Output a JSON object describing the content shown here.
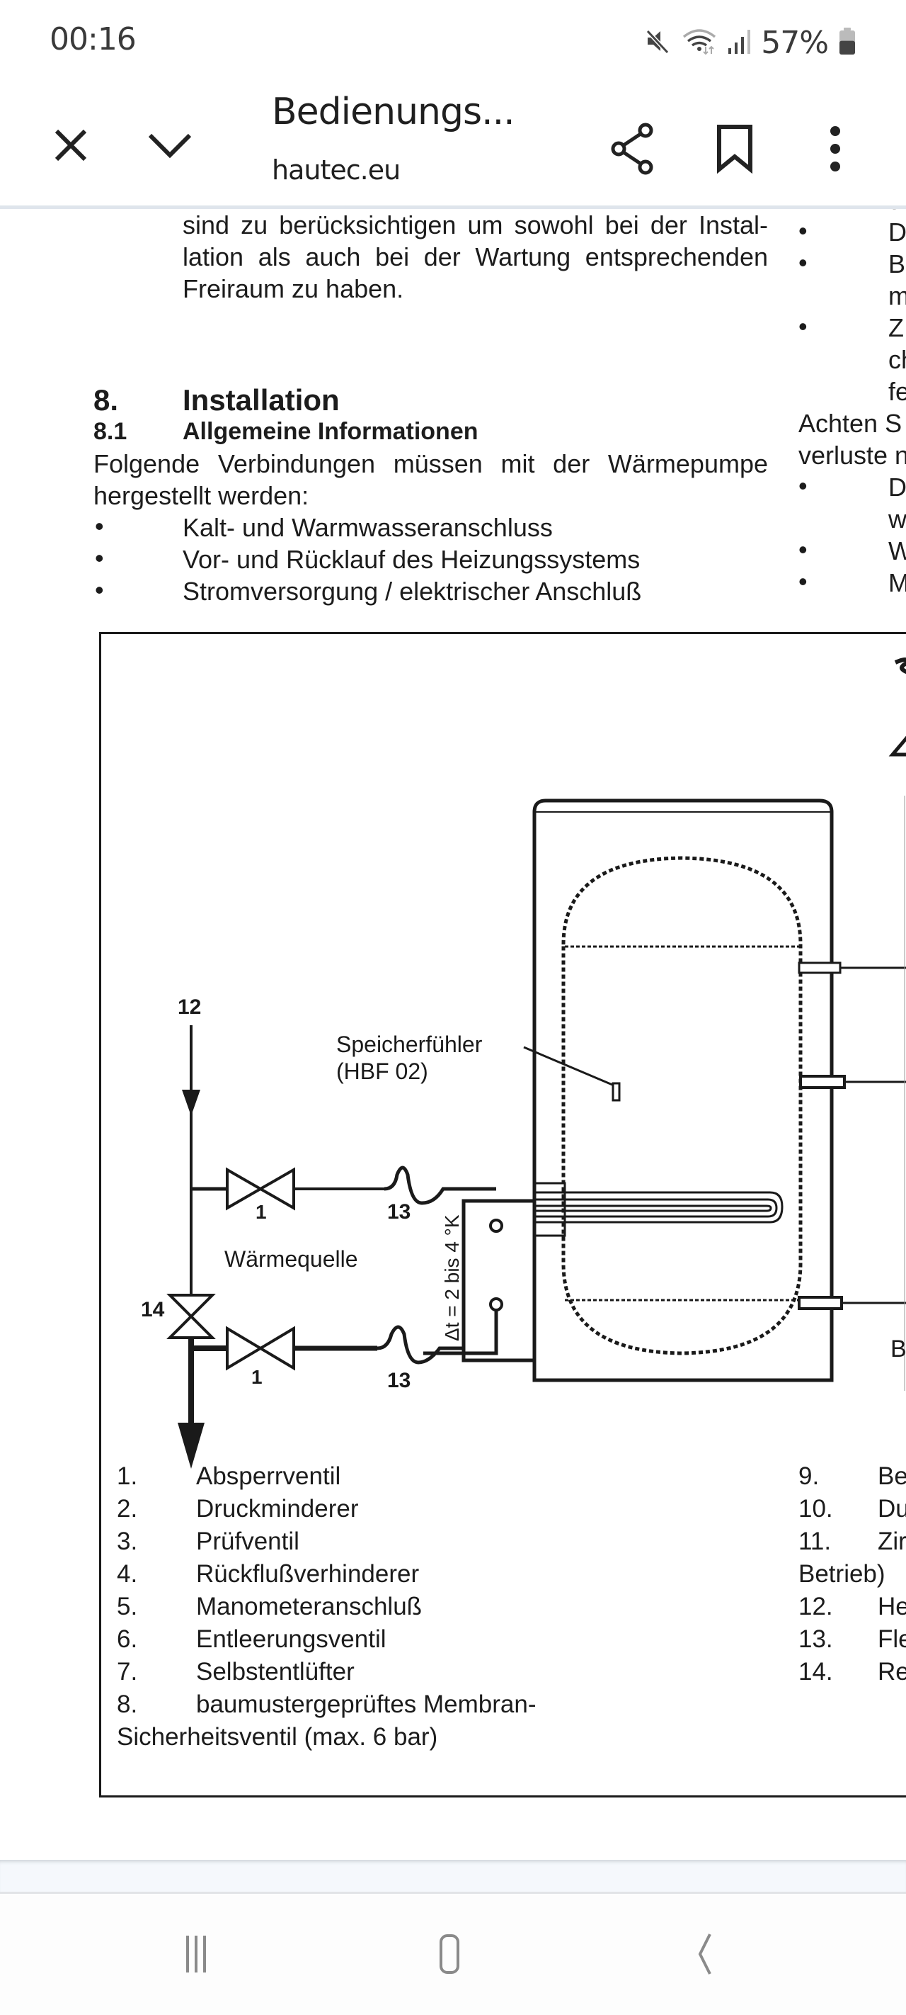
{
  "status_bar": {
    "time": "00:16",
    "battery_percent": "57%",
    "battery_level": 0.57,
    "icons": [
      "mute-icon",
      "wifi-icon",
      "signal-icon",
      "battery-icon"
    ]
  },
  "toolbar": {
    "title": "Bedienungs...",
    "domain": "hautec.eu",
    "buttons": [
      "close-icon",
      "chevron-down-icon",
      "share-icon",
      "bookmark-icon",
      "more-vert-icon"
    ]
  },
  "document": {
    "intro_lines": [
      "sind zu berücksichtigen um sowohl bei der Instal-",
      "lation als auch bei der Wartung entsprechenden",
      "Freiraum zu haben."
    ],
    "section": {
      "number": "8.",
      "title": "Installation"
    },
    "subsection": {
      "number": "8.1",
      "title": "Allgemeine Informationen"
    },
    "paragraph_lines": [
      "Folgende Verbindungen müssen mit der Wärmepumpe",
      "hergestellt werden:"
    ],
    "bullet_char": "•",
    "bullets": [
      "Kalt- und Warmwasseranschluss",
      "Vor- und Rücklauf des Heizungssystems",
      "Stromversorgung / elektrischer Anschluß"
    ],
    "right_column": {
      "lines": [
        "sc",
        "D",
        "B",
        "m",
        "Z",
        "ch",
        "fe",
        "Achten S",
        "verluste n",
        "D",
        "w",
        "W",
        "M"
      ],
      "bulleted": [
        false,
        true,
        true,
        false,
        true,
        false,
        false,
        false,
        false,
        true,
        false,
        true,
        true
      ]
    }
  },
  "diagram": {
    "labels": {
      "sensor": "Speicherfühler",
      "sensor_id": "(HBF 02)",
      "heat_source": "Wärmequelle",
      "delta_t": "Δt = 2 bis 4 °K",
      "n12": "12",
      "n14": "14",
      "n1_top": "1",
      "n1_bottom": "1",
      "n13_top": "13",
      "n13_bottom": "13",
      "right_b": "B"
    },
    "legend_left": [
      {
        "num": "1.",
        "text": "Absperrventil"
      },
      {
        "num": "2.",
        "text": "Druckminderer"
      },
      {
        "num": "3.",
        "text": "Prüfventil"
      },
      {
        "num": "4.",
        "text": "Rückflußverhinderer"
      },
      {
        "num": "5.",
        "text": "Manometeranschluß"
      },
      {
        "num": "6.",
        "text": "Entleerungsventil"
      },
      {
        "num": "7.",
        "text": "Selbstentlüfter"
      },
      {
        "num": "8.",
        "text": "baumustergeprüftes Membran-"
      }
    ],
    "legend_left_continuation": "Sicherheitsventil (max. 6 bar)",
    "legend_right": [
      {
        "num": "9.",
        "text": "Be"
      },
      {
        "num": "10.",
        "text": "Du"
      },
      {
        "num": "11.",
        "text": "Zir"
      },
      {
        "num": "",
        "text": "Betrieb)"
      },
      {
        "num": "12.",
        "text": "He"
      },
      {
        "num": "13.",
        "text": "Fle"
      },
      {
        "num": "14.",
        "text": "Re"
      }
    ]
  },
  "nav_bar": {
    "buttons": [
      "recent-apps-icon",
      "home-icon",
      "back-icon"
    ]
  }
}
